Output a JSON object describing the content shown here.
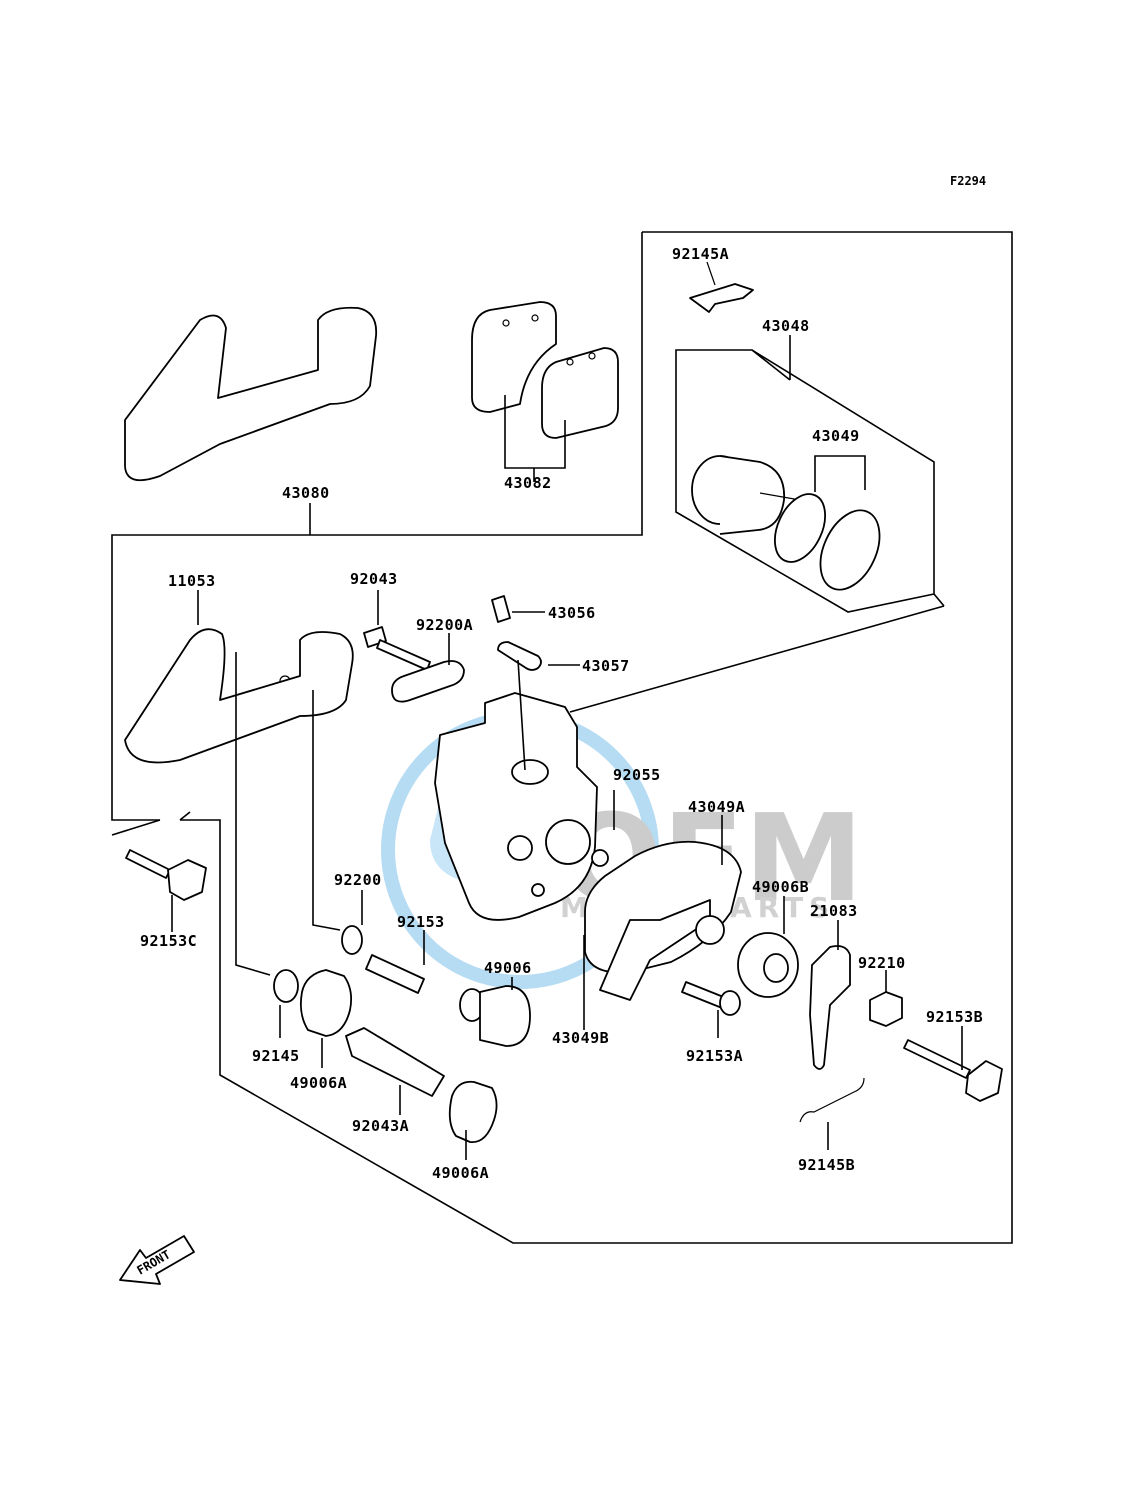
{
  "figure_code": "F2294",
  "front_arrow_label": "FRONT",
  "watermark": {
    "line1": "OEM",
    "line2": "MOTORPARTS",
    "color_blue": "#9fd0ee",
    "color_gray": "#b8b8b8"
  },
  "labels": {
    "p92145A": "92145A",
    "p43048": "43048",
    "p43049": "43049",
    "p43082": "43082",
    "p43080": "43080",
    "p11053": "11053",
    "p92043": "92043",
    "p92200A": "92200A",
    "p43056": "43056",
    "p43057": "43057",
    "p92055": "92055",
    "p43049A": "43049A",
    "p49006B": "49006B",
    "p21083": "21083",
    "p92210": "92210",
    "p92153B": "92153B",
    "p92153C": "92153C",
    "p92200": "92200",
    "p92153": "92153",
    "p49006": "49006",
    "p43049B": "43049B",
    "p92153A": "92153A",
    "p92145": "92145",
    "p49006A_1": "49006A",
    "p92043A": "92043A",
    "p49006A_2": "49006A",
    "p92145B": "92145B"
  }
}
